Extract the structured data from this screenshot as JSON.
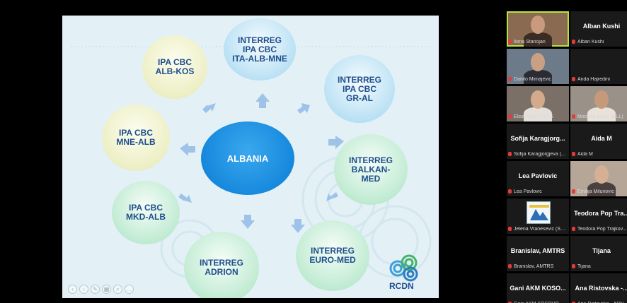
{
  "slide": {
    "nodes": {
      "center": "ALBANIA",
      "ipa_alb_kos": [
        "IPA CBC",
        "ALB-KOS"
      ],
      "interreg_ita": [
        "INTERREG",
        "IPA CBC",
        "ITA-ALB-MNE"
      ],
      "interreg_gr": [
        "INTERREG",
        "IPA CBC",
        "GR-AL"
      ],
      "ipa_mne": [
        "IPA CBC",
        "MNE-ALB"
      ],
      "interreg_balkan": [
        "INTERREG",
        "BALKAN-",
        "MED"
      ],
      "ipa_mkd": [
        "IPA CBC",
        "MKD-ALB"
      ],
      "interreg_adrion": [
        "INTERREG",
        "ADRION"
      ],
      "interreg_euromed": [
        "INTERREG",
        "EURO-MED"
      ]
    },
    "logo_text": "RCDN"
  },
  "participants": [
    {
      "name": "",
      "footer": "Ilona Stanojan",
      "type": "video"
    },
    {
      "name": "Alban Kushi",
      "footer": "Alban Kushi",
      "type": "name"
    },
    {
      "name": "",
      "footer": "Danilo Mimajevic",
      "type": "video"
    },
    {
      "name": "",
      "footer": "Anda Hajredini",
      "type": "name"
    },
    {
      "name": "",
      "footer": "Elisa Nikaj | ALLG",
      "type": "video"
    },
    {
      "name": "",
      "footer": "Miodrag Kocic (MLL)",
      "type": "video"
    },
    {
      "name": "Sofija Karagjorg...",
      "footer": "Sofija Karagjorgjeva (...",
      "type": "name"
    },
    {
      "name": "Aida M",
      "footer": "Aida M",
      "type": "name"
    },
    {
      "name": "Lea Pavlovic",
      "footer": "Lea Pavlovic",
      "type": "name"
    },
    {
      "name": "",
      "footer": "Emilija Milunovic",
      "type": "video"
    },
    {
      "name": "",
      "footer": "Jelena Vranesevic (Sav...",
      "type": "logo"
    },
    {
      "name": "Teodora Pop Tra...",
      "footer": "Teodora Pop Trajkov...",
      "type": "name"
    },
    {
      "name": "Branislav, AMTRS",
      "footer": "Branislav, AMTRS",
      "type": "name"
    },
    {
      "name": "Tijana",
      "footer": "Tijana",
      "type": "name"
    },
    {
      "name": "Gani AKM KOSO...",
      "footer": "Gani AKM KOSOVO - ...",
      "type": "name"
    },
    {
      "name": "Ana Ristovska -...",
      "footer": "Ana Ristovska - ADN",
      "type": "name"
    }
  ],
  "colors": {
    "center": "#1789dd",
    "text": "#1f4e8c",
    "active_border": "#b8e33a"
  }
}
